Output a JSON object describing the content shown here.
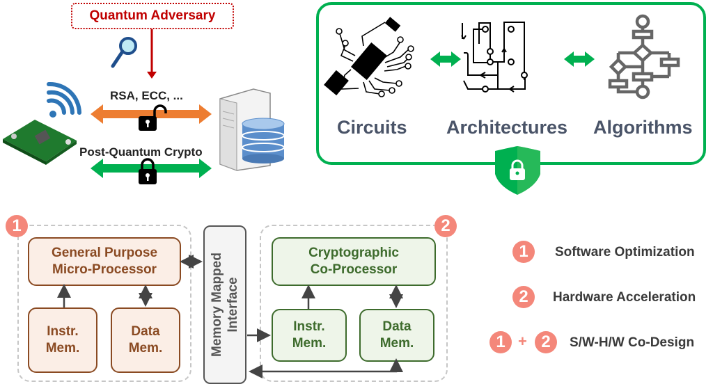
{
  "top_left": {
    "adversary_label": "Quantum Adversary",
    "classical_channel_label": "RSA, ECC, ...",
    "pqc_channel_label": "Post-Quantum Crypto",
    "colors": {
      "adversary": "#c00000",
      "classical_arrow": "#ed7d31",
      "pqc_arrow": "#00b050"
    }
  },
  "top_right": {
    "levels": [
      {
        "label": "Circuits",
        "icon": "circuit-chip-icon"
      },
      {
        "label": "Architectures",
        "icon": "architecture-wiring-icon"
      },
      {
        "label": "Algorithms",
        "icon": "flowchart-icon"
      }
    ],
    "frame_color": "#00b050",
    "badge_icon": "security-shield-lock-icon"
  },
  "bottom": {
    "software_block": {
      "badge": "1",
      "processor": "General Purpose\nMicro-Processor",
      "instr_mem": "Instr.\nMem.",
      "data_mem": "Data\nMem."
    },
    "interface": "Memory Mapped\nInterface",
    "hardware_block": {
      "badge": "2",
      "processor": "Cryptographic\nCo-Processor",
      "instr_mem": "Instr.\nMem.",
      "data_mem": "Data\nMem."
    }
  },
  "legend": [
    {
      "badges": [
        "1"
      ],
      "label": "Software Optimization"
    },
    {
      "badges": [
        "2"
      ],
      "label": "Hardware Acceleration"
    },
    {
      "badges": [
        "1",
        "2"
      ],
      "joiner": "+",
      "label": "S/W-H/W Co-Design"
    }
  ]
}
